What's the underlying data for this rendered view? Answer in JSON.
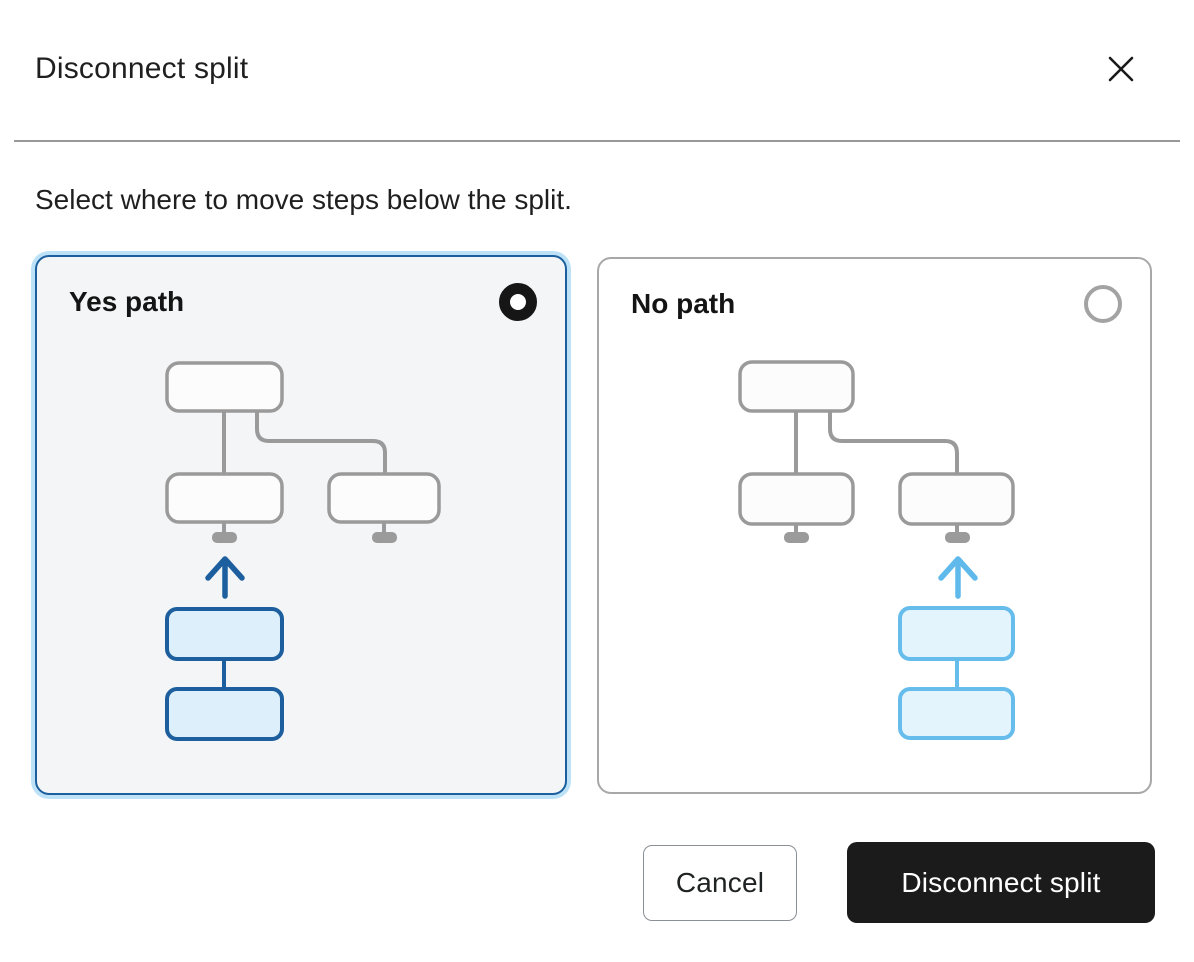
{
  "dialog": {
    "title": "Disconnect split",
    "description": "Select where to move steps below the split.",
    "options": [
      {
        "label": "Yes path",
        "selected": true
      },
      {
        "label": "No path",
        "selected": false
      }
    ],
    "footer": {
      "cancel_label": "Cancel",
      "confirm_label": "Disconnect split"
    },
    "icons": {
      "close": "close-icon",
      "insert_arrow": "arrow-up-icon"
    },
    "colors": {
      "selected_card_border": "#1c5f9e",
      "selected_card_halo": "#bde2f7",
      "selected_card_bg": "#f4f5f6",
      "unselected_card_border": "#a8a8a8",
      "diagram_gray_stroke": "#9a9a9a",
      "diagram_box_fill": "#fcfcfc",
      "yes_accent_stroke": "#1d5f9e",
      "yes_accent_fill": "#ddeffa",
      "no_accent_stroke": "#66bdec",
      "no_accent_fill": "#e4f4fd",
      "confirm_button_bg": "#1b1b1b",
      "radio_selected": "#161616",
      "radio_unselected": "#a3a3a3"
    }
  }
}
